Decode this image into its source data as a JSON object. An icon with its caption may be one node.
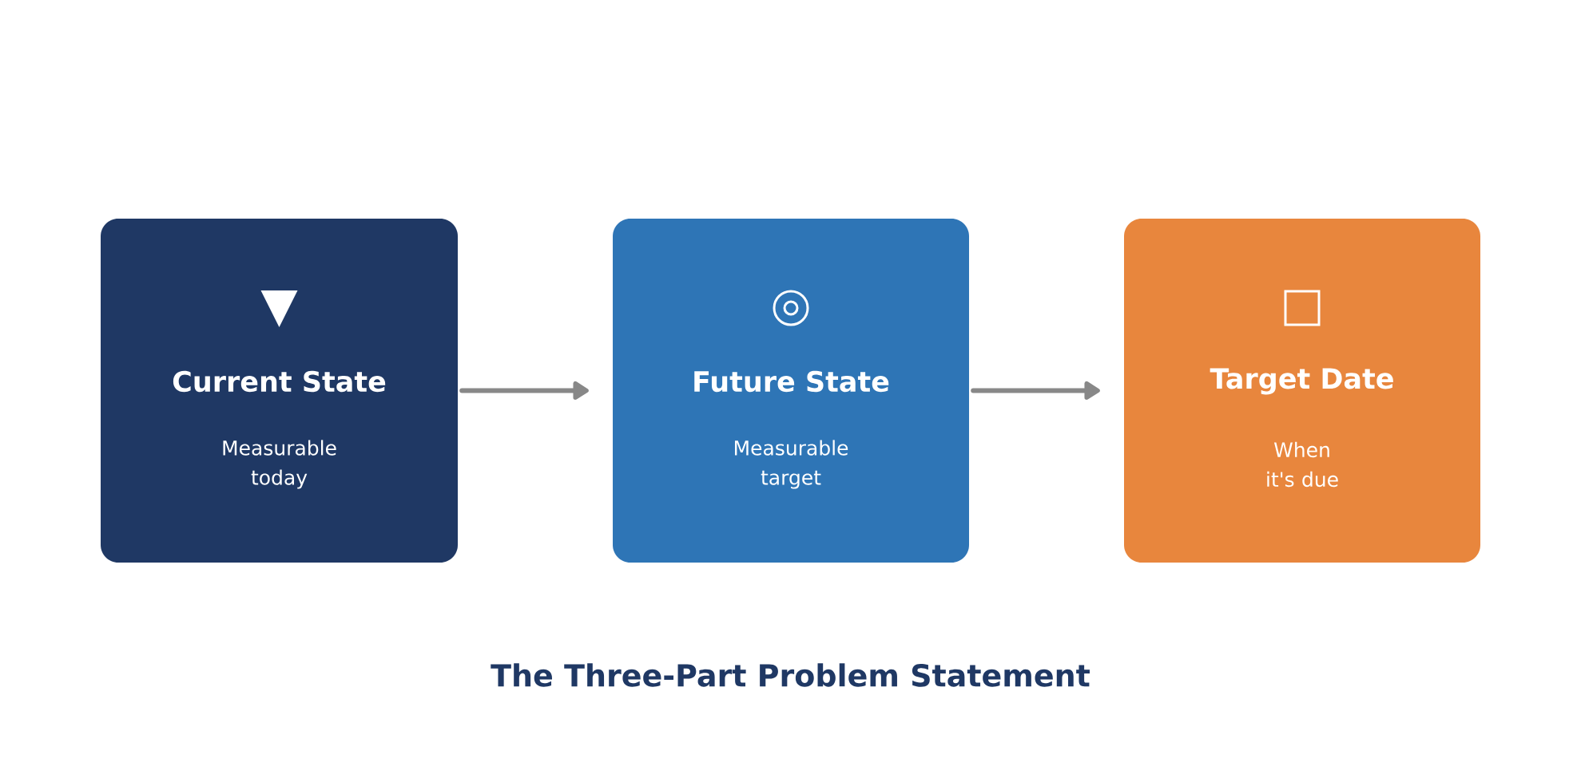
{
  "diagram": {
    "caption": "The Three-Part Problem Statement",
    "nodes": [
      {
        "text": [
          "Current State",
          "Measurable today"
        ]
      },
      {
        "text": [
          "Future State",
          "Measurable target"
        ]
      },
      {
        "text": [
          "Target Date",
          "When it's due"
        ]
      }
    ],
    "edges": [
      {
        "from": 0,
        "to": 1,
        "arrow": "to"
      },
      {
        "from": 1,
        "to": 2,
        "arrow": "to"
      }
    ]
  }
}
